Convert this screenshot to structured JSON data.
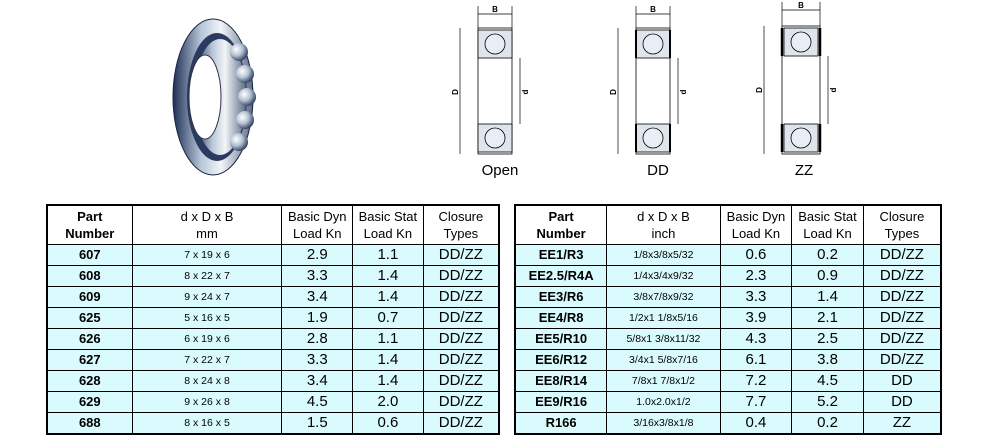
{
  "colors": {
    "row_bg": "#d9fbfd",
    "ring": "#dfe5ec",
    "ball": "#e8eef4"
  },
  "diagrams": [
    {
      "id": "open",
      "caption": "Open",
      "label_b": "B",
      "label_D": "D",
      "label_d": "d"
    },
    {
      "id": "dd",
      "caption": "DD",
      "label_b": "B",
      "label_D": "D",
      "label_d": "d"
    },
    {
      "id": "zz",
      "caption": "ZZ",
      "label_b": "B",
      "label_D": "D",
      "label_d": "d"
    }
  ],
  "metric_table": {
    "headers": [
      [
        "Part",
        "Number"
      ],
      [
        "d x D x B",
        "mm"
      ],
      [
        "Basic Dyn",
        "Load Kn"
      ],
      [
        "Basic Stat",
        "Load Kn"
      ],
      [
        "Closure",
        "Types"
      ]
    ],
    "rows": [
      [
        "607",
        "7 x 19 x 6",
        "2.9",
        "1.1",
        "DD/ZZ"
      ],
      [
        "608",
        "8 x 22 x 7",
        "3.3",
        "1.4",
        "DD/ZZ"
      ],
      [
        "609",
        "9 x 24 x 7",
        "3.4",
        "1.4",
        "DD/ZZ"
      ],
      [
        "625",
        "5 x 16 x 5",
        "1.9",
        "0.7",
        "DD/ZZ"
      ],
      [
        "626",
        "6 x 19 x 6",
        "2.8",
        "1.1",
        "DD/ZZ"
      ],
      [
        "627",
        "7 x 22 x 7",
        "3.3",
        "1.4",
        "DD/ZZ"
      ],
      [
        "628",
        "8 x 24 x 8",
        "3.4",
        "1.4",
        "DD/ZZ"
      ],
      [
        "629",
        "9 x 26 x 8",
        "4.5",
        "2.0",
        "DD/ZZ"
      ],
      [
        "688",
        "8 x 16 x 5",
        "1.5",
        "0.6",
        "DD/ZZ"
      ]
    ]
  },
  "inch_table": {
    "headers": [
      [
        "Part",
        "Number"
      ],
      [
        "d x D x B",
        "inch"
      ],
      [
        "Basic Dyn",
        "Load Kn"
      ],
      [
        "Basic Stat",
        "Load Kn"
      ],
      [
        "Closure",
        "Types"
      ]
    ],
    "rows": [
      [
        "EE1/R3",
        "1/8x3/8x5/32",
        "0.6",
        "0.2",
        "DD/ZZ"
      ],
      [
        "EE2.5/R4A",
        "1/4x3/4x9/32",
        "2.3",
        "0.9",
        "DD/ZZ"
      ],
      [
        "EE3/R6",
        "3/8x7/8x9/32",
        "3.3",
        "1.4",
        "DD/ZZ"
      ],
      [
        "EE4/R8",
        "1/2x1 1/8x5/16",
        "3.9",
        "2.1",
        "DD/ZZ"
      ],
      [
        "EE5/R10",
        "5/8x1 3/8x11/32",
        "4.3",
        "2.5",
        "DD/ZZ"
      ],
      [
        "EE6/R12",
        "3/4x1 5/8x7/16",
        "6.1",
        "3.8",
        "DD/ZZ"
      ],
      [
        "EE8/R14",
        "7/8x1 7/8x1/2",
        "7.2",
        "4.5",
        "DD"
      ],
      [
        "EE9/R16",
        "1.0x2.0x1/2",
        "7.7",
        "5.2",
        "DD"
      ],
      [
        "R166",
        "3/16x3/8x1/8",
        "0.4",
        "0.2",
        "ZZ"
      ]
    ]
  }
}
